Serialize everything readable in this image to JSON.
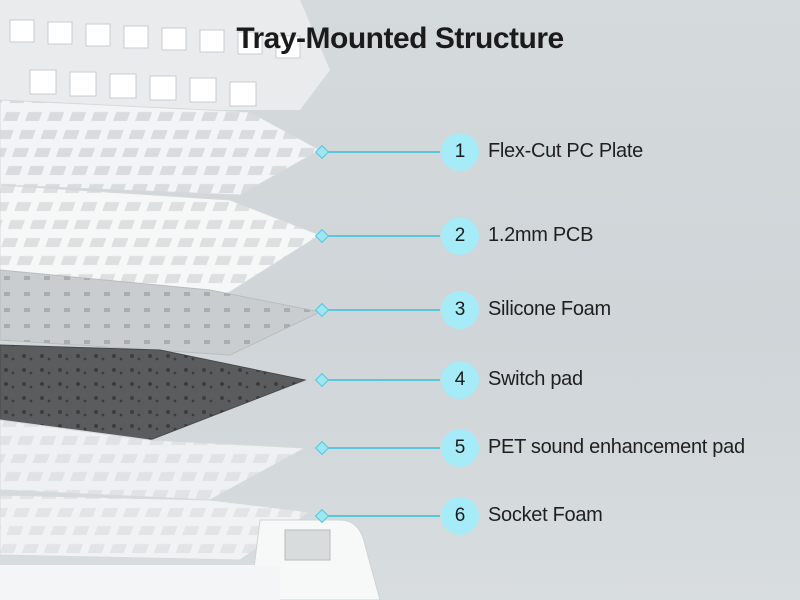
{
  "title": "Tray-Mounted Structure",
  "layers": [
    {
      "num": "1",
      "label": "Flex-Cut PC Plate"
    },
    {
      "num": "2",
      "label": "1.2mm PCB"
    },
    {
      "num": "3",
      "label": "Silicone Foam"
    },
    {
      "num": "4",
      "label": "Switch pad"
    },
    {
      "num": "5",
      "label": "PET sound enhancement pad"
    },
    {
      "num": "6",
      "label": "Socket Foam"
    }
  ],
  "colors": {
    "accent": "#57c7dd",
    "badge": "#a6ecf8",
    "plate": "#f3f4f5",
    "silicone": "#c9cdcf",
    "switch_pad": "#5a5c5e",
    "pet_pad": "#eef0f1"
  }
}
